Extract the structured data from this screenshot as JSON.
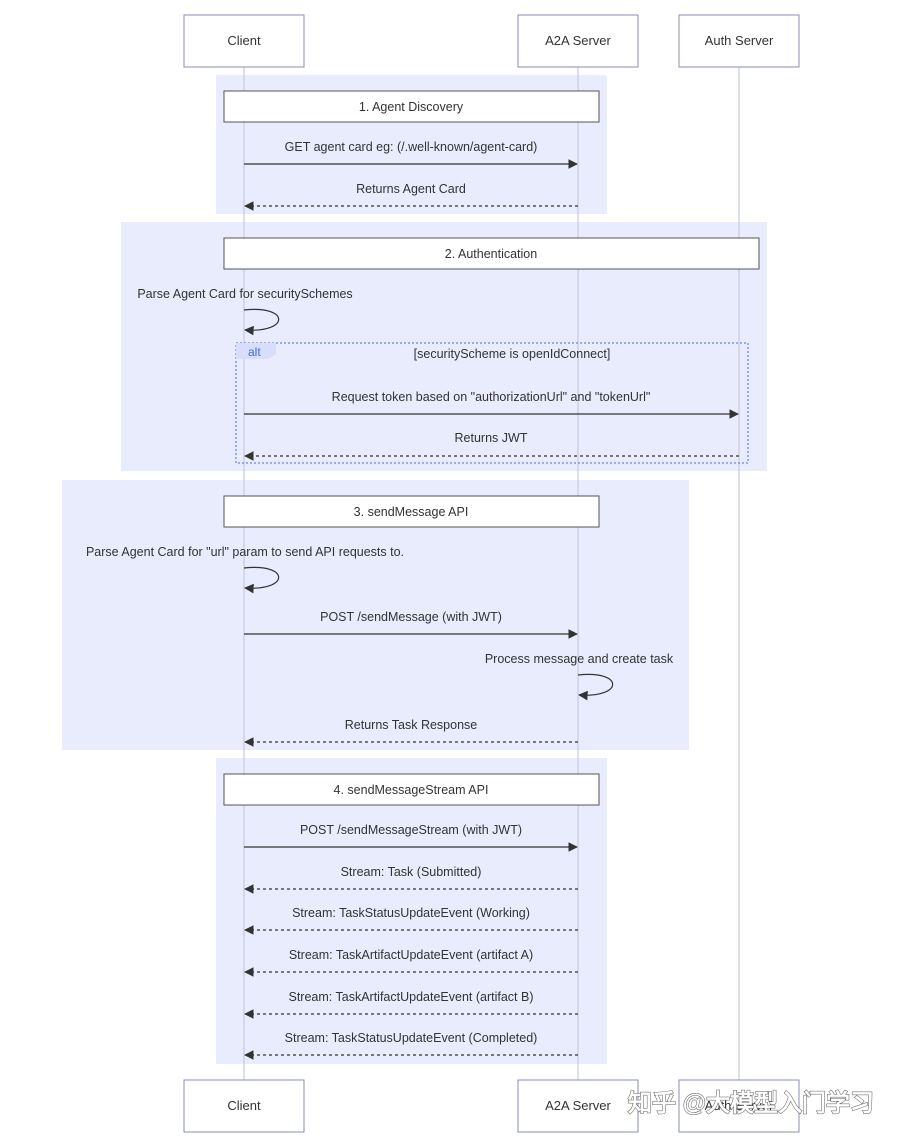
{
  "actors": [
    {
      "id": "client",
      "label": "Client"
    },
    {
      "id": "a2a",
      "label": "A2A Server"
    },
    {
      "id": "auth",
      "label": "Auth Server"
    }
  ],
  "sections": [
    {
      "title": "1. Agent Discovery",
      "messages": [
        {
          "from": "client",
          "to": "a2a",
          "style": "solid",
          "label": "GET agent card eg: (/.well-known/agent-card)"
        },
        {
          "from": "a2a",
          "to": "client",
          "style": "dotted",
          "label": "Returns Agent Card"
        }
      ]
    },
    {
      "title": "2. Authentication",
      "self_notes": [
        {
          "actor": "client",
          "label": "Parse Agent Card for securitySchemes"
        }
      ],
      "alt": {
        "tag": "alt",
        "condition": "[securityScheme is openIdConnect]",
        "messages": [
          {
            "from": "client",
            "to": "auth",
            "style": "solid",
            "label": "Request token based on \"authorizationUrl\" and \"tokenUrl\""
          },
          {
            "from": "auth",
            "to": "client",
            "style": "dotted",
            "label": "Returns JWT"
          }
        ]
      }
    },
    {
      "title": "3. sendMessage API",
      "self_notes": [
        {
          "actor": "client",
          "label": "Parse Agent Card for \"url\" param to send API requests to."
        },
        {
          "actor": "a2a",
          "label": "Process message and create task"
        }
      ],
      "messages": [
        {
          "from": "client",
          "to": "a2a",
          "style": "solid",
          "label": "POST /sendMessage (with JWT)"
        },
        {
          "from": "a2a",
          "to": "client",
          "style": "dotted",
          "label": "Returns Task Response"
        }
      ]
    },
    {
      "title": "4. sendMessageStream API",
      "messages": [
        {
          "from": "client",
          "to": "a2a",
          "style": "solid",
          "label": "POST /sendMessageStream (with JWT)"
        },
        {
          "from": "a2a",
          "to": "client",
          "style": "dotted",
          "label": "Stream: Task (Submitted)"
        },
        {
          "from": "a2a",
          "to": "client",
          "style": "dotted",
          "label": "Stream: TaskStatusUpdateEvent (Working)"
        },
        {
          "from": "a2a",
          "to": "client",
          "style": "dotted",
          "label": "Stream: TaskArtifactUpdateEvent (artifact A)"
        },
        {
          "from": "a2a",
          "to": "client",
          "style": "dotted",
          "label": "Stream: TaskArtifactUpdateEvent (artifact B)"
        },
        {
          "from": "a2a",
          "to": "client",
          "style": "dotted",
          "label": "Stream: TaskStatusUpdateEvent (Completed)"
        }
      ]
    }
  ],
  "watermark": "知乎 @大模型入门学习",
  "colors": {
    "section_bg": "#e8ecfd",
    "actor_border": "#8a8fb8",
    "lifeline": "#c9c9e0",
    "alt_border": "#4a6bd6",
    "text": "#333333"
  }
}
